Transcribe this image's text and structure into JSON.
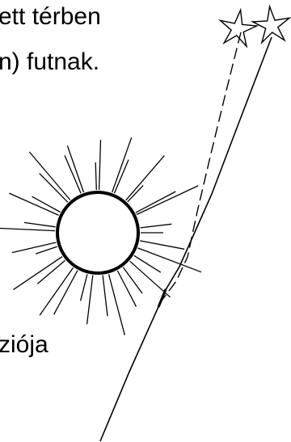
{
  "text": {
    "line1": "ett térben",
    "line2": "n) futnak.",
    "line3": "ziója"
  },
  "colors": {
    "ink": "#000000",
    "background": "#ffffff"
  }
}
